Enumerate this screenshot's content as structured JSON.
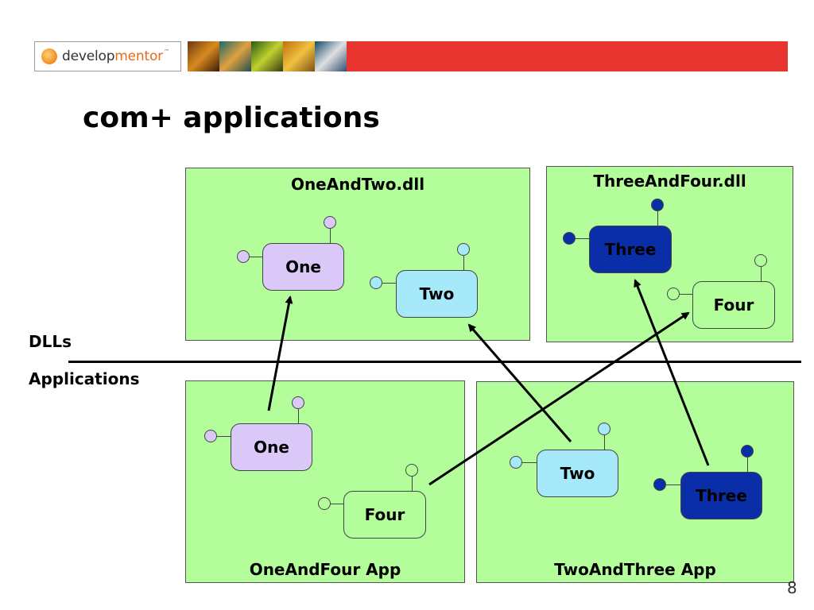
{
  "banner": {
    "logo_text_a": "develop",
    "logo_text_b": "mentor",
    "logo_tm": "™"
  },
  "slide": {
    "title": "com+ applications",
    "page_number": "8"
  },
  "labels": {
    "dlls": "DLLs",
    "applications": "Applications"
  },
  "containers": {
    "one_and_two": "OneAndTwo.dll",
    "three_and_four": "ThreeAndFour.dll",
    "one_and_four_app": "OneAndFour App",
    "two_and_three_app": "TwoAndThree App"
  },
  "components": {
    "dll_one": "One",
    "dll_two": "Two",
    "dll_three": "Three",
    "dll_four": "Four",
    "app_one": "One",
    "app_four": "Four",
    "app_two": "Two",
    "app_three": "Three"
  },
  "colors": {
    "container_fill": "#b3fe9b",
    "component_one": "#d9c8f8",
    "component_two": "#a6e9fa",
    "component_three": "#0a2ea8",
    "component_four": "#b3fe9b",
    "banner_red": "#e8342f"
  }
}
